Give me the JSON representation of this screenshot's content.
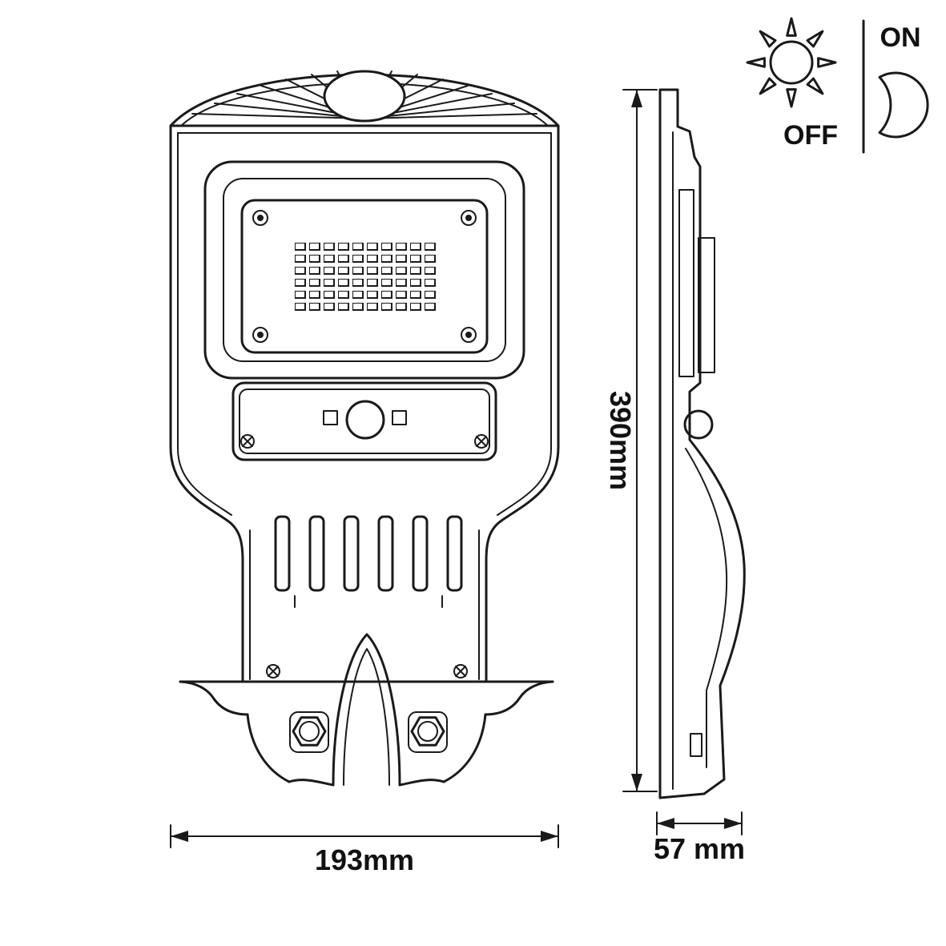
{
  "drawing": {
    "kind": "technical-dimension-drawing",
    "subject": "solar-street-light",
    "views": [
      "front-view",
      "side-view"
    ]
  },
  "dimensions": {
    "front_width": "193mm",
    "side_height": "390mm",
    "side_depth": "57 mm"
  },
  "legend": {
    "off_label": "OFF",
    "on_label": "ON",
    "sun_icon": "sun-icon",
    "moon_icon": "crescent-moon-icon"
  },
  "colors": {
    "line": "#1a1a1a",
    "background": "#ffffff"
  }
}
